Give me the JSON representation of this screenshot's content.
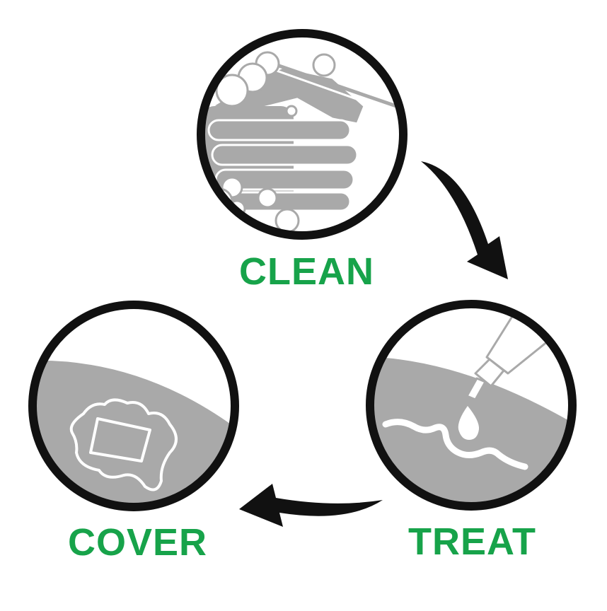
{
  "colors": {
    "label_green": "#17a34a",
    "illustration_gray": "#a9a9a9",
    "ring_black": "#111111",
    "arrow_black": "#111111",
    "line_art_white": "#ffffff"
  },
  "steps": [
    {
      "label": "CLEAN",
      "icon": "washing-hands-icon"
    },
    {
      "label": "TREAT",
      "icon": "ointment-tube-icon"
    },
    {
      "label": "COVER",
      "icon": "bandage-icon"
    }
  ],
  "arrows": [
    {
      "from": "CLEAN",
      "to": "TREAT",
      "icon": "curved-arrow-icon"
    },
    {
      "from": "TREAT",
      "to": "COVER",
      "icon": "curved-arrow-icon"
    }
  ]
}
